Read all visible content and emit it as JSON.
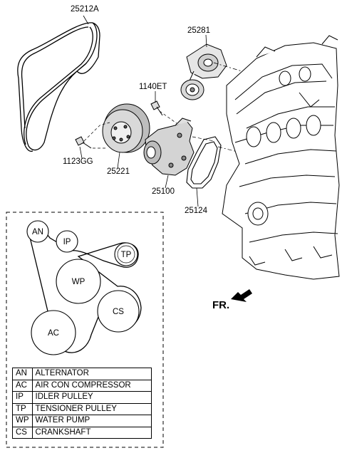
{
  "part_labels": {
    "belt": "25212A",
    "tensioner": "25281",
    "bolt_top": "1140ET",
    "bolt_side": "1123GG",
    "pulley": "25221",
    "water_pump": "25100",
    "gasket": "25124"
  },
  "direction_label": "FR.",
  "belt_diagram": {
    "pulleys": [
      "AN",
      "IP",
      "TP",
      "WP",
      "CS",
      "AC"
    ]
  },
  "legend": [
    {
      "code": "AN",
      "description": "ALTERNATOR"
    },
    {
      "code": "AC",
      "description": "AIR CON COMPRESSOR"
    },
    {
      "code": "IP",
      "description": "IDLER PULLEY"
    },
    {
      "code": "TP",
      "description": "TENSIONER PULLEY"
    },
    {
      "code": "WP",
      "description": "WATER PUMP"
    },
    {
      "code": "CS",
      "description": "CRANKSHAFT"
    }
  ]
}
